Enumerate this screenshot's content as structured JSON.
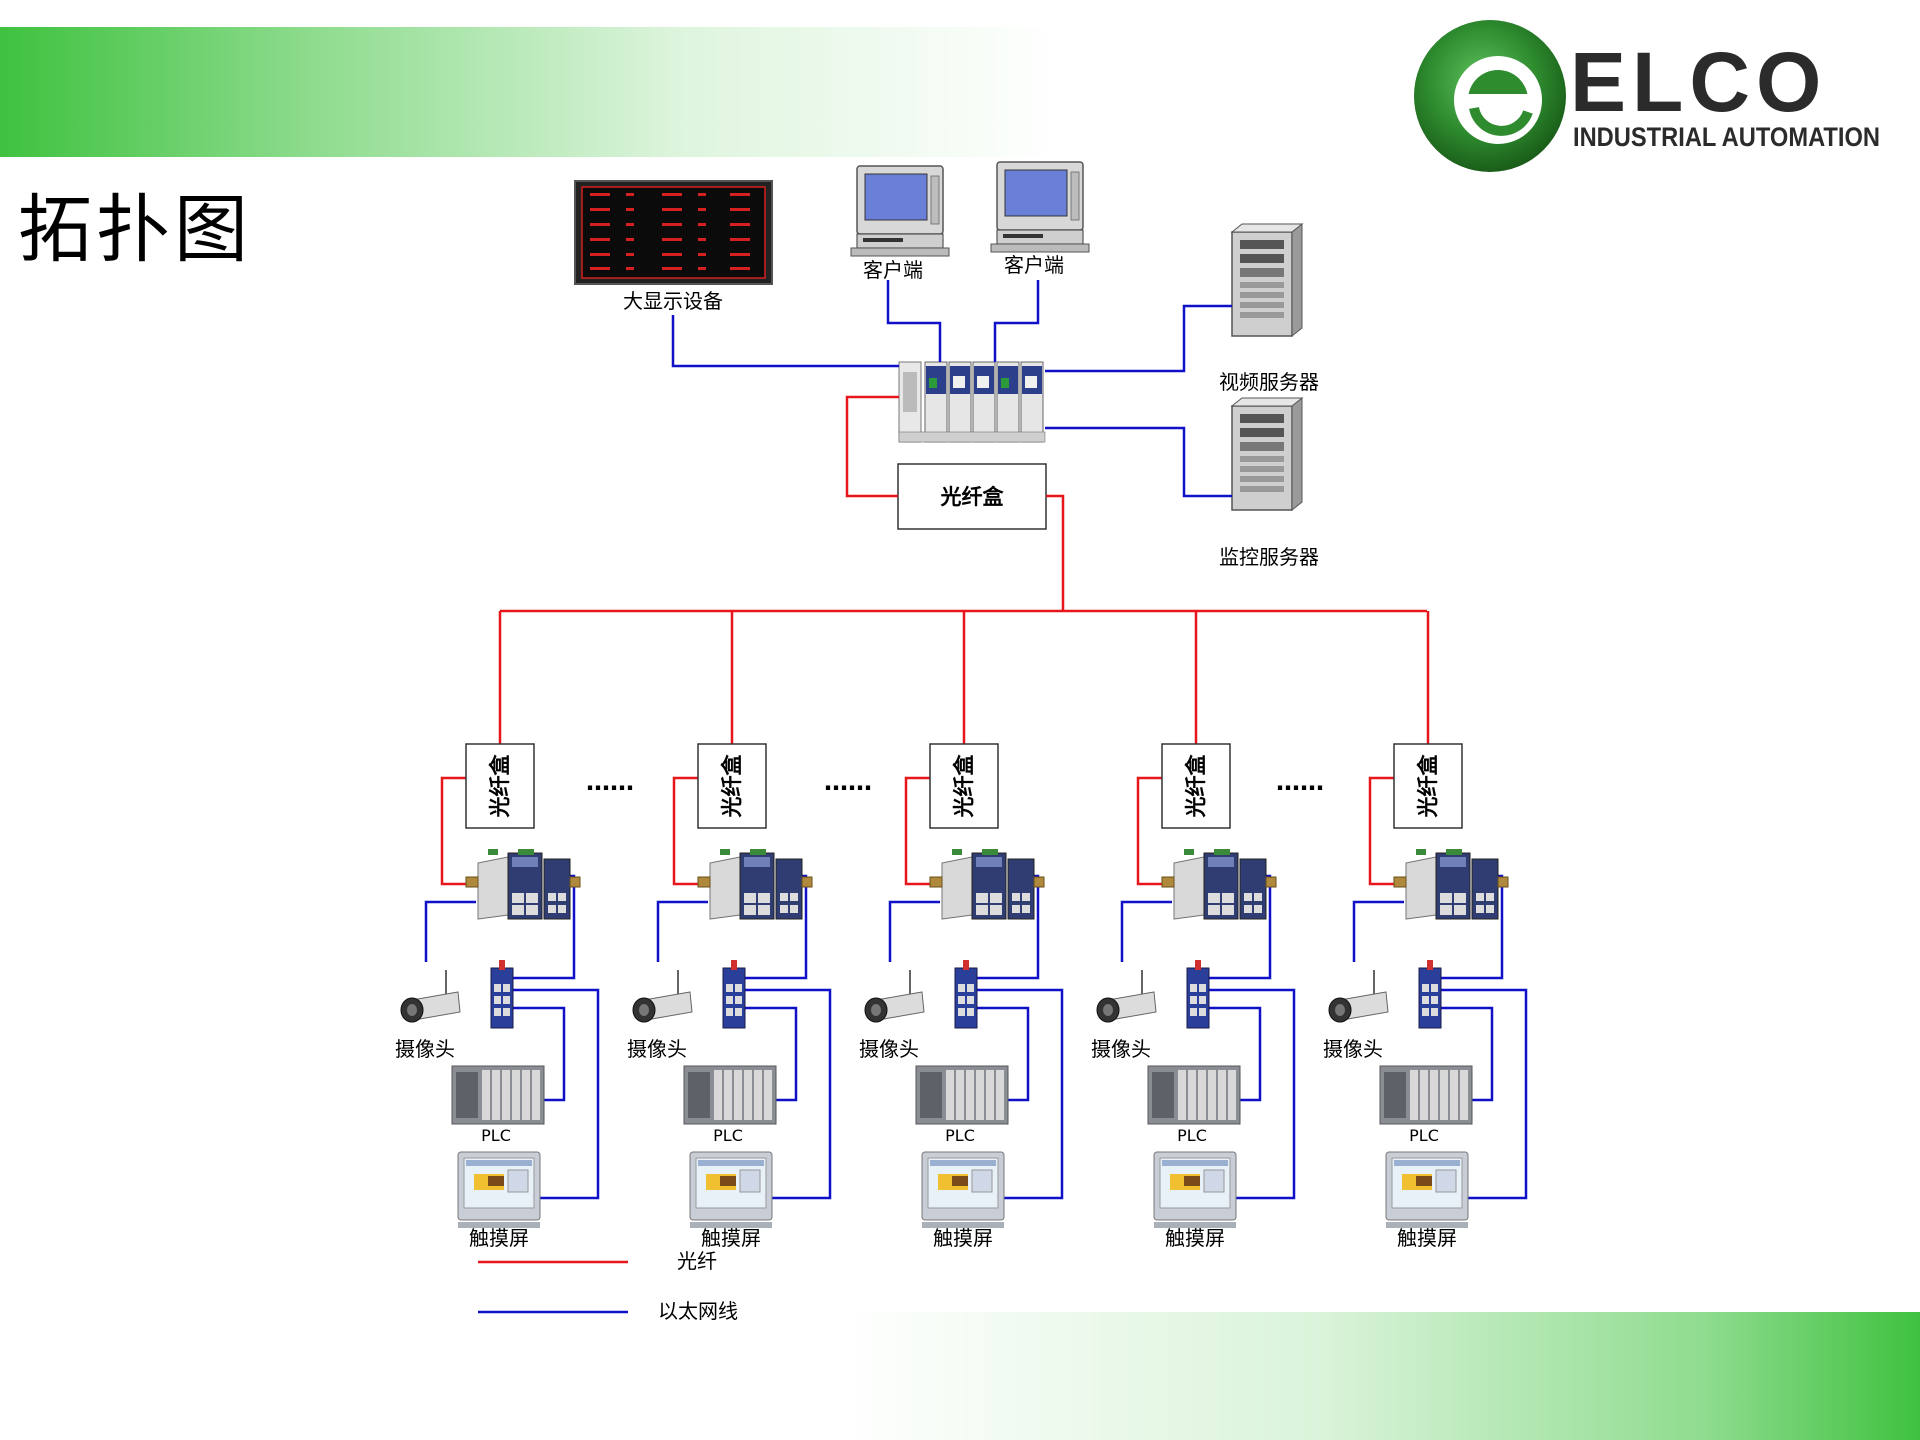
{
  "title": "拓扑图",
  "logo": {
    "brand": "ELCO",
    "tagline": "INDUSTRIAL AUTOMATION",
    "colors": {
      "ring": "#2e8b2e",
      "ring_dark": "#1d6b1d",
      "text": "#2b2b2b"
    }
  },
  "colors": {
    "fiber": "#e8161b",
    "ethernet": "#1010c8",
    "band": "#3fc23f"
  },
  "devices": {
    "display": "大显示设备",
    "client_left": "客户端",
    "client_right": "客户端",
    "video_server": "视频服务器",
    "monitor_server": "监控服务器",
    "central_fiber_box": "光纤盒"
  },
  "cells": [
    {
      "fiber_box": "光纤盒",
      "camera": "摄像头",
      "plc": "PLC",
      "touch": "触摸屏"
    },
    {
      "fiber_box": "光纤盒",
      "camera": "摄像头",
      "plc": "PLC",
      "touch": "触摸屏"
    },
    {
      "fiber_box": "光纤盒",
      "camera": "摄像头",
      "plc": "PLC",
      "touch": "触摸屏"
    },
    {
      "fiber_box": "光纤盒",
      "camera": "摄像头",
      "plc": "PLC",
      "touch": "触摸屏"
    },
    {
      "fiber_box": "光纤盒",
      "camera": "摄像头",
      "plc": "PLC",
      "touch": "触摸屏"
    }
  ],
  "ellipsis": [
    "……",
    "……",
    "……"
  ],
  "legend": [
    {
      "type": "fiber",
      "label": "光纤"
    },
    {
      "type": "ethernet",
      "label": "以太网线"
    }
  ]
}
